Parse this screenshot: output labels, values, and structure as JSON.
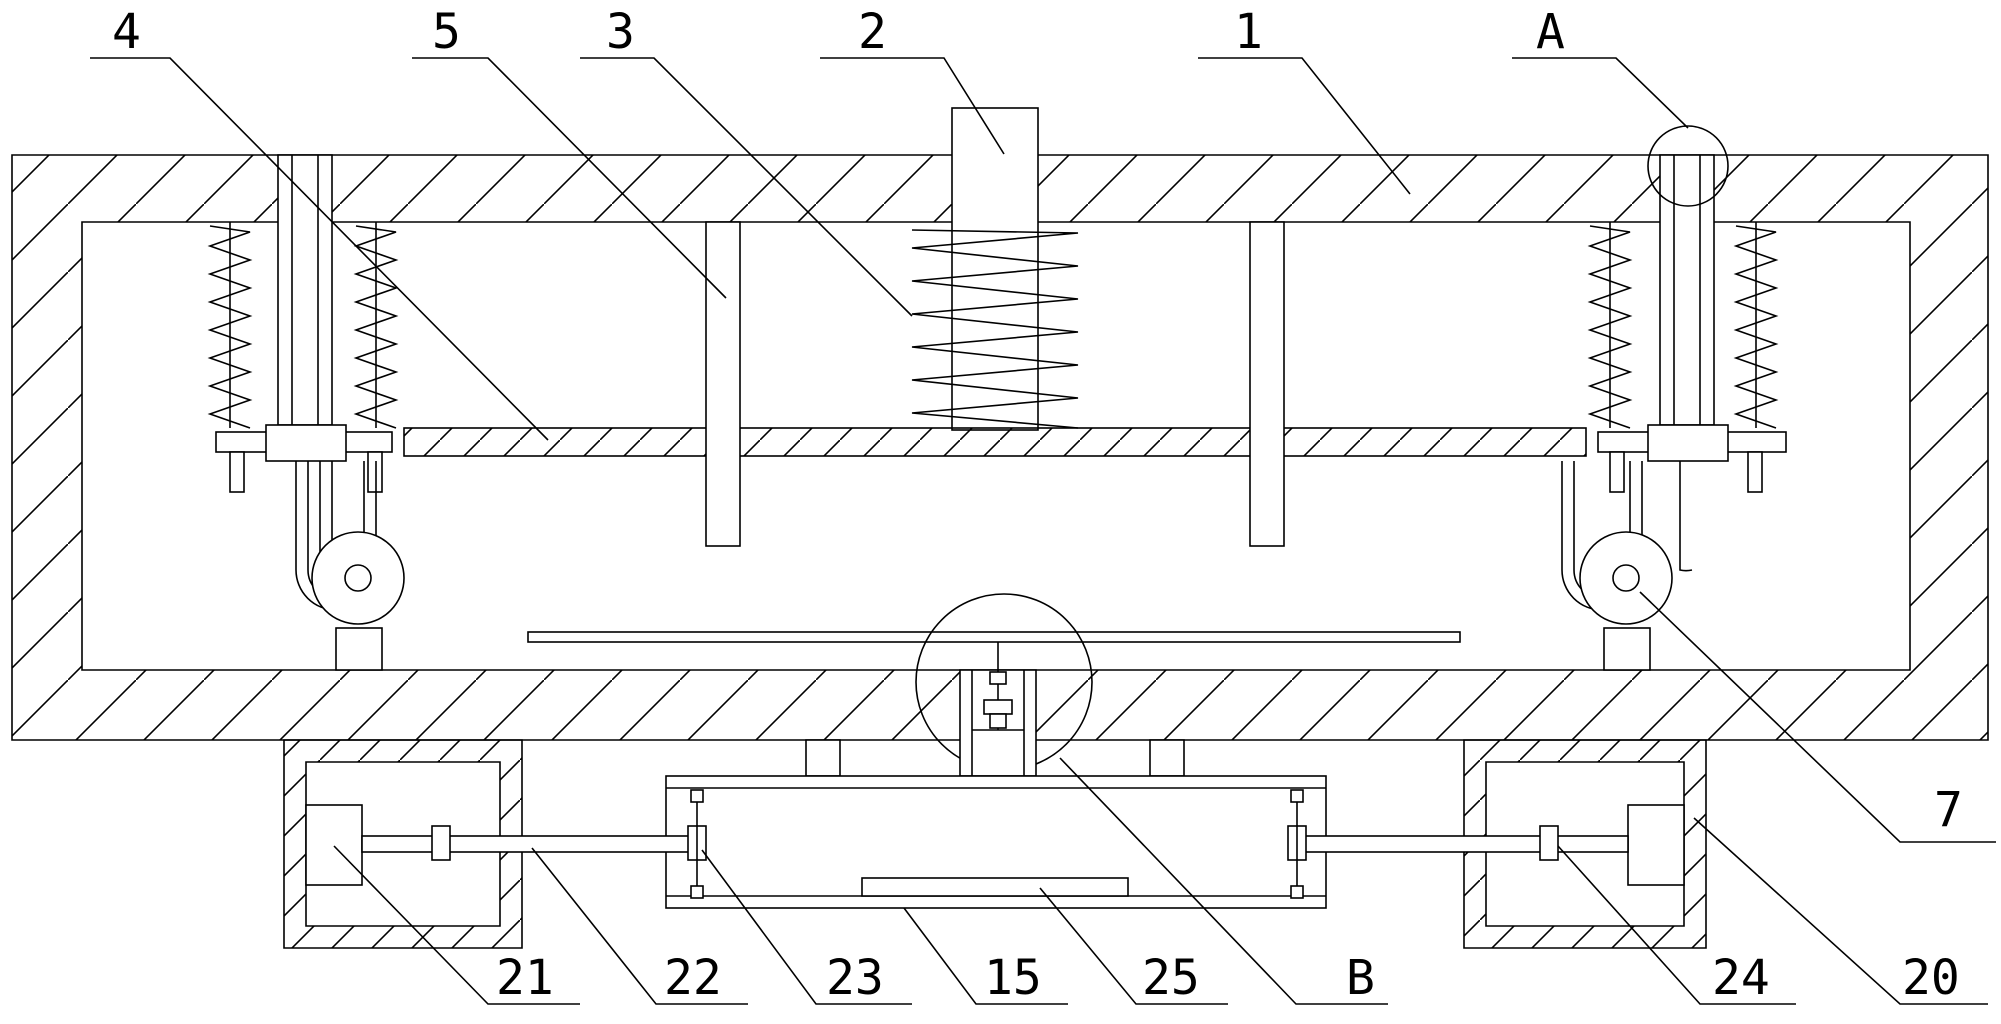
{
  "labels": {
    "l4": "4",
    "l5": "5",
    "l3": "3",
    "l2": "2",
    "l1": "1",
    "lA": "A",
    "l7": "7",
    "l20": "20",
    "l24": "24",
    "lB": "B",
    "l25": "25",
    "l15": "15",
    "l23": "23",
    "l22": "22",
    "l21": "21"
  }
}
